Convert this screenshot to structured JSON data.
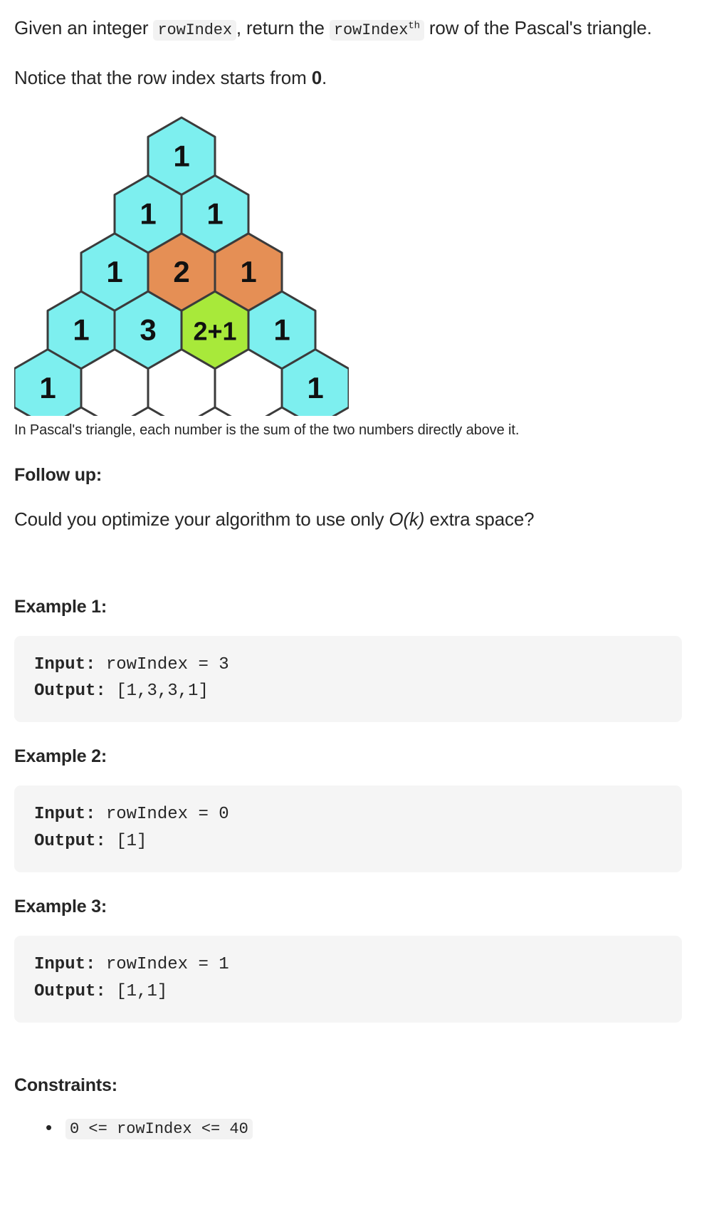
{
  "description": {
    "intro_1": "Given an integer",
    "code_rowindex": "rowIndex",
    "intro_2": ", return the",
    "code_rowindex_th": "rowIndex",
    "code_sup_th": "th",
    "intro_3": "row of the Pascal's triangle.",
    "notice_1": "Notice that the row index starts from",
    "notice_bold": "0",
    "notice_2": "."
  },
  "figure": {
    "caption": "In Pascal's triangle, each number is the sum of the two numbers directly above it.",
    "colors": {
      "cyan": "#7defef",
      "orange": "#e58f55",
      "green": "#a8e93a",
      "white": "#ffffff",
      "stroke": "#3b3b3b"
    },
    "rows": [
      [
        {
          "label": "1",
          "fill": "cyan"
        }
      ],
      [
        {
          "label": "1",
          "fill": "cyan"
        },
        {
          "label": "1",
          "fill": "cyan"
        }
      ],
      [
        {
          "label": "1",
          "fill": "cyan"
        },
        {
          "label": "2",
          "fill": "orange"
        },
        {
          "label": "1",
          "fill": "orange"
        }
      ],
      [
        {
          "label": "1",
          "fill": "cyan"
        },
        {
          "label": "3",
          "fill": "cyan"
        },
        {
          "label": "2+1",
          "fill": "green"
        },
        {
          "label": "1",
          "fill": "cyan"
        }
      ],
      [
        {
          "label": "1",
          "fill": "cyan"
        },
        {
          "label": "",
          "fill": "white"
        },
        {
          "label": "",
          "fill": "white"
        },
        {
          "label": "",
          "fill": "white"
        },
        {
          "label": "1",
          "fill": "cyan"
        }
      ]
    ]
  },
  "followup": {
    "heading": "Follow up:",
    "text_1": "Could you optimize your algorithm to use only",
    "big_o": "O(k)",
    "text_2": "extra space?"
  },
  "examples": [
    {
      "heading": "Example 1:",
      "input_label": "Input:",
      "input_value": " rowIndex = 3",
      "output_label": "Output:",
      "output_value": " [1,3,3,1]"
    },
    {
      "heading": "Example 2:",
      "input_label": "Input:",
      "input_value": " rowIndex = 0",
      "output_label": "Output:",
      "output_value": " [1]"
    },
    {
      "heading": "Example 3:",
      "input_label": "Input:",
      "input_value": " rowIndex = 1",
      "output_label": "Output:",
      "output_value": " [1,1]"
    }
  ],
  "constraints": {
    "heading": "Constraints:",
    "items": [
      "0 <= rowIndex <= 40"
    ]
  }
}
